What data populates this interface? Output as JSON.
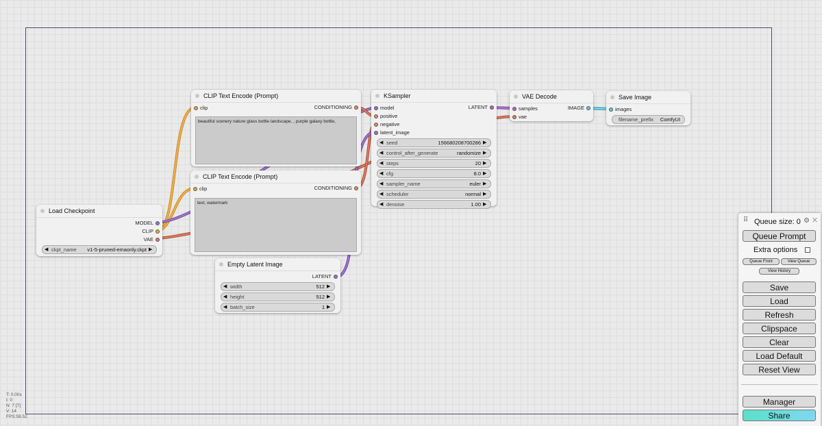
{
  "colors": {
    "model": "#9a6fc0",
    "clip": "#e8a637",
    "vae": "#e07a5a",
    "conditioning": "#e6875f",
    "latent": "#a86bc0",
    "image": "#5ec8d8"
  },
  "nodes": {
    "load_checkpoint": {
      "title": "Load Checkpoint",
      "outputs": [
        "MODEL",
        "CLIP",
        "VAE"
      ],
      "widget": {
        "name": "ckpt_name",
        "value": "v1-5-pruned-emaonly.ckpt"
      }
    },
    "clip_pos": {
      "title": "CLIP Text Encode (Prompt)",
      "input": "clip",
      "output": "CONDITIONING",
      "text": "beautiful scenery nature glass bottle landscape, , purple galaxy bottle,"
    },
    "clip_neg": {
      "title": "CLIP Text Encode (Prompt)",
      "input": "clip",
      "output": "CONDITIONING",
      "text": "text, watermark"
    },
    "empty_latent": {
      "title": "Empty Latent Image",
      "output": "LATENT",
      "widgets": [
        {
          "name": "width",
          "value": "512"
        },
        {
          "name": "height",
          "value": "512"
        },
        {
          "name": "batch_size",
          "value": "1"
        }
      ]
    },
    "ksampler": {
      "title": "KSampler",
      "inputs": [
        "model",
        "positive",
        "negative",
        "latent_image"
      ],
      "output": "LATENT",
      "widgets": [
        {
          "name": "seed",
          "value": "156680208700286"
        },
        {
          "name": "control_after_generate",
          "value": "randomize"
        },
        {
          "name": "steps",
          "value": "20"
        },
        {
          "name": "cfg",
          "value": "8.0"
        },
        {
          "name": "sampler_name",
          "value": "euler"
        },
        {
          "name": "scheduler",
          "value": "normal"
        },
        {
          "name": "denoise",
          "value": "1.00"
        }
      ]
    },
    "vae_decode": {
      "title": "VAE Decode",
      "inputs": [
        "samples",
        "vae"
      ],
      "output": "IMAGE"
    },
    "save_image": {
      "title": "Save Image",
      "input": "images",
      "widget": {
        "name": "filename_prefix",
        "value": "ComfyUI"
      }
    }
  },
  "menu": {
    "queue_size": "Queue size: 0",
    "queue_prompt": "Queue Prompt",
    "extra_options": "Extra options",
    "queue_front": "Queue Front",
    "view_queue": "View Queue",
    "view_history": "View History",
    "save": "Save",
    "load": "Load",
    "refresh": "Refresh",
    "clipspace": "Clipspace",
    "clear": "Clear",
    "load_default": "Load Default",
    "reset_view": "Reset View",
    "manager": "Manager",
    "share": "Share"
  },
  "stats": [
    "T: 0.00s",
    "I: 0",
    "N: 7 [7]",
    "V: 14",
    "FPS:59.52"
  ]
}
